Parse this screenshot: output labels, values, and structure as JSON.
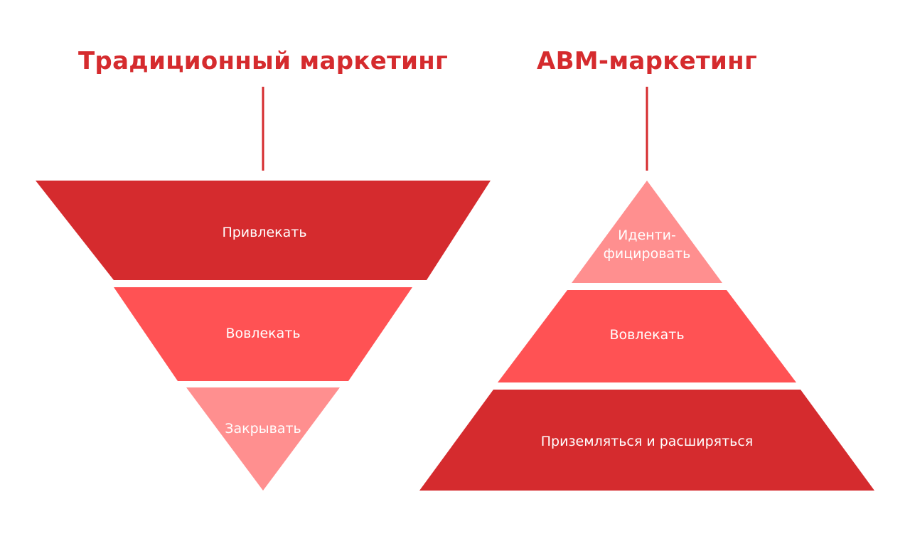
{
  "headings": {
    "traditional": "Традиционный маркетинг",
    "abm": "ABM-маркетинг"
  },
  "funnel": {
    "stages": [
      {
        "label": "Привлекать",
        "color": "#d52b2e"
      },
      {
        "label": "Вовлекать",
        "color": "#ff5254"
      },
      {
        "label": "Закрывать",
        "color": "#ff8f8f"
      }
    ]
  },
  "pyramid": {
    "stages": [
      {
        "label_line1": "Иденти-",
        "label_line2": "фицировать",
        "color": "#ff8f8f"
      },
      {
        "label": "Вовлекать",
        "color": "#ff5254"
      },
      {
        "label": "Приземляться и расширяться",
        "color": "#d52b2e"
      }
    ]
  },
  "colors": {
    "heading": "#d52b2e",
    "connector": "#d52b2e",
    "label_text": "#ffffff",
    "background": "#ffffff"
  }
}
